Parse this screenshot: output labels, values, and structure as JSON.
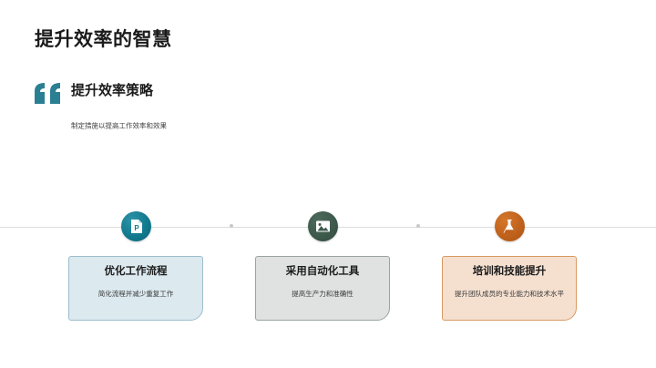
{
  "slide": {
    "title": "提升效率的智慧",
    "section": {
      "quote_icon": "quote-mark-icon",
      "heading": "提升效率策略",
      "subtext": "制定措施以提高工作效率和效果"
    },
    "timeline": {
      "dots": [
        "dot",
        "dot"
      ],
      "nodes": [
        {
          "icon": "document-page-icon",
          "icon_letter": "P",
          "color": "#127a8e"
        },
        {
          "icon": "image-picture-icon",
          "color": "#3d5a4c"
        },
        {
          "icon": "flask-beaker-icon",
          "color": "#c0621c"
        }
      ]
    },
    "cards": [
      {
        "title": "优化工作流程",
        "desc": "简化流程并减少重复工作",
        "fill": "#dce9ef",
        "border": "#9bbecb"
      },
      {
        "title": "采用自动化工具",
        "desc": "提高生产力和准确性",
        "fill": "#dfe2e0",
        "border": "#9aa49e"
      },
      {
        "title": "培训和技能提升",
        "desc": "提升团队成员的专业能力和技术水平",
        "fill": "#f5e0d0",
        "border": "#d99a62"
      }
    ]
  }
}
